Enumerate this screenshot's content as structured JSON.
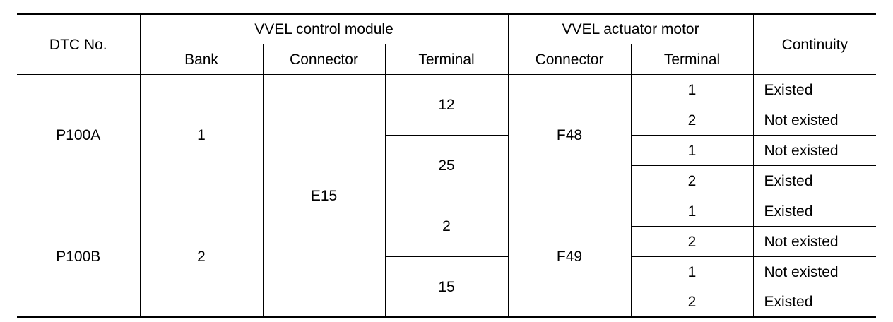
{
  "table": {
    "headers": {
      "dtc_no": "DTC No.",
      "control_module": "VVEL control module",
      "actuator_motor": "VVEL actuator motor",
      "continuity": "Continuity",
      "bank": "Bank",
      "module_connector": "Connector",
      "module_terminal": "Terminal",
      "motor_connector": "Connector",
      "motor_terminal": "Terminal"
    },
    "groups": [
      {
        "dtc": "P100A",
        "bank": "1",
        "motor_connector": "F48",
        "terminals": [
          {
            "terminal": "12",
            "rows": [
              {
                "motor_terminal": "1",
                "continuity": "Existed"
              },
              {
                "motor_terminal": "2",
                "continuity": "Not existed"
              }
            ]
          },
          {
            "terminal": "25",
            "rows": [
              {
                "motor_terminal": "1",
                "continuity": "Not existed"
              },
              {
                "motor_terminal": "2",
                "continuity": "Existed"
              }
            ]
          }
        ]
      },
      {
        "dtc": "P100B",
        "bank": "2",
        "motor_connector": "F49",
        "terminals": [
          {
            "terminal": "2",
            "rows": [
              {
                "motor_terminal": "1",
                "continuity": "Existed"
              },
              {
                "motor_terminal": "2",
                "continuity": "Not existed"
              }
            ]
          },
          {
            "terminal": "15",
            "rows": [
              {
                "motor_terminal": "1",
                "continuity": "Not existed"
              },
              {
                "motor_terminal": "2",
                "continuity": "Existed"
              }
            ]
          }
        ]
      }
    ],
    "module_connector_value": "E15"
  }
}
